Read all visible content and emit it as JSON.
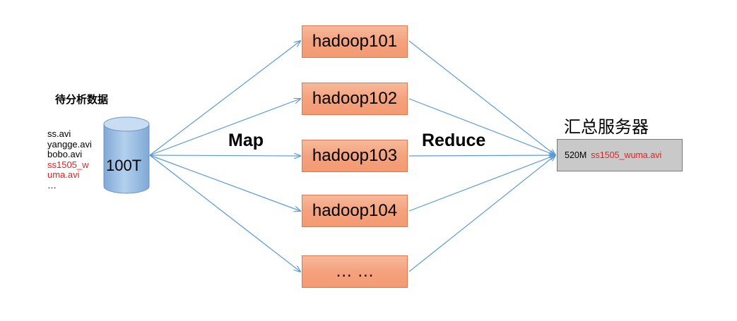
{
  "source": {
    "title": "待分析数据",
    "files": [
      {
        "text": "ss.avi",
        "color": "#000000"
      },
      {
        "text": "yangge.avi",
        "color": "#000000"
      },
      {
        "text": "bobo.avi",
        "color": "#000000"
      },
      {
        "text": "ss1505_w",
        "color": "#e61f1f"
      },
      {
        "text": "uma.avi",
        "color": "#e61f1f"
      },
      {
        "text": "…",
        "color": "#000000"
      }
    ],
    "cylinder_label": "100T"
  },
  "phases": {
    "map": "Map",
    "reduce": "Reduce"
  },
  "nodes": [
    {
      "label": "hadoop101"
    },
    {
      "label": "hadoop102"
    },
    {
      "label": "hadoop103"
    },
    {
      "label": "hadoop104"
    },
    {
      "label": "… …"
    }
  ],
  "server": {
    "title": "汇总服务器",
    "size": "520M",
    "file": "ss1505_wuma.avi"
  },
  "colors": {
    "arrow": "#5b9bd5",
    "cylinder": "#9dc3e6",
    "node_fill": "#f4a27e",
    "server_fill": "#c9c9c9",
    "highlight": "#e61f1f"
  }
}
